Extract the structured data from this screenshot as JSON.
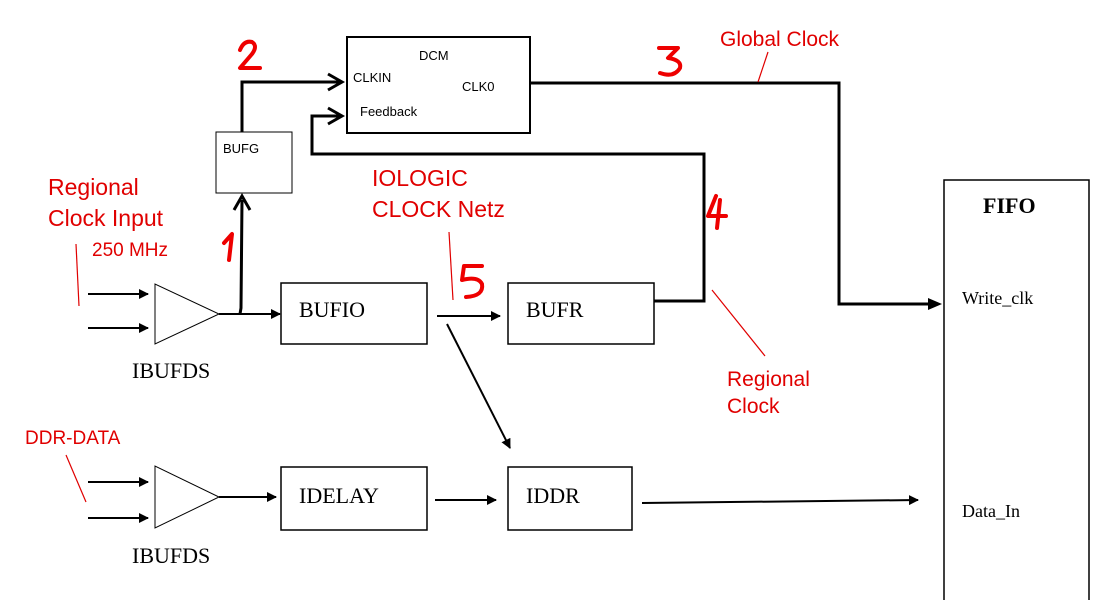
{
  "blocks": {
    "dcm": {
      "title": "DCM",
      "clkin": "CLKIN",
      "feedback": "Feedback",
      "clk0": "CLK0"
    },
    "bufg": "BUFG",
    "bufio": "BUFIO",
    "bufr": "BUFR",
    "idelay": "IDELAY",
    "iddr": "IDDR",
    "ibufds_clock": "IBUFDS",
    "ibufds_data": "IBUFDS",
    "fifo": {
      "title": "FIFO",
      "write_clk": "Write_clk",
      "data_in": "Data_In"
    }
  },
  "annotations": {
    "regional_clock_input": "Regional",
    "regional_clock_input_2": "Clock Input",
    "frequency": "250 MHz",
    "global_clock": "Global Clock",
    "iologic_clock_1": "IOLOGIC",
    "iologic_clock_2": "CLOCK Netz",
    "regional_clock_1": "Regional",
    "regional_clock_2": "Clock",
    "ddr_data": "DDR-DATA"
  },
  "markers": [
    "1",
    "2",
    "3",
    "4",
    "5"
  ],
  "colors": {
    "annotation": "#e00000",
    "line": "#000000",
    "background": "#ffffff"
  }
}
